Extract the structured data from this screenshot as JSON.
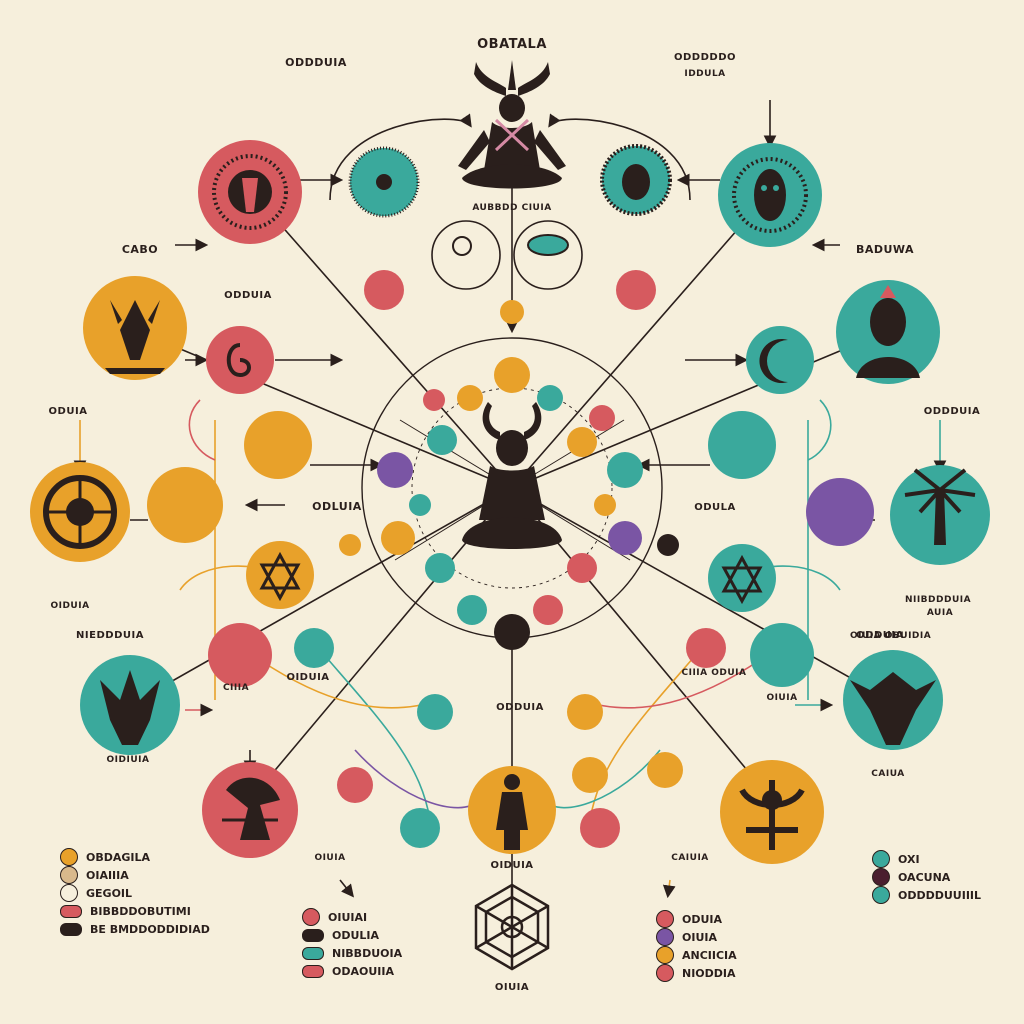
{
  "colors": {
    "red": "#d65a5f",
    "orange": "#e8a12a",
    "teal": "#3aa99c",
    "purple": "#7a55a4",
    "dark": "#2a1f1c",
    "cream": "#f6efdc",
    "tan": "#d9b98c",
    "pink": "#d58aa4"
  },
  "labels": [
    {
      "text": "OBATALA",
      "size": 13
    },
    {
      "text": "ODDDUIA",
      "size": 11
    },
    {
      "text": "ODDDDDO",
      "size": 10
    },
    {
      "text": "IDDULA",
      "size": 9
    },
    {
      "text": "CABO",
      "size": 11
    },
    {
      "text": "BADUWA",
      "size": 11
    },
    {
      "text": "ODUIA",
      "size": 10
    },
    {
      "text": "ODDDUIA",
      "size": 10
    },
    {
      "text": "NIEDDDUIA",
      "size": 10
    },
    {
      "text": "ODDUIA",
      "size": 10
    },
    {
      "text": "OIDUIA",
      "size": 10
    },
    {
      "text": "OIUIA",
      "size": 10
    },
    {
      "text": "ODDUIA",
      "size": 10
    },
    {
      "text": "ODLUIA",
      "size": 11
    },
    {
      "text": "ODULA",
      "size": 10
    },
    {
      "text": "ODDUIA",
      "size": 10
    },
    {
      "text": "OIDUIA",
      "size": 10
    },
    {
      "text": "OIUIA OBUIDIA",
      "size": 9
    },
    {
      "text": "AUBBDD CIUIA",
      "size": 9
    },
    {
      "text": "CIIIA",
      "size": 9
    },
    {
      "text": "OIUIA",
      "size": 9
    },
    {
      "text": "CIIIA ODUIA",
      "size": 9
    },
    {
      "text": "OIUIA",
      "size": 9
    },
    {
      "text": "CAIUA",
      "size": 9
    },
    {
      "text": "OIDIUIA",
      "size": 9
    },
    {
      "text": "OIDUIA",
      "size": 9
    },
    {
      "text": "AUIA",
      "size": 9
    },
    {
      "text": "CAIUIA",
      "size": 9
    },
    {
      "text": "NIIBDDDUIA",
      "size": 9
    }
  ],
  "legends": {
    "left": [
      {
        "text": "OBDAGILA",
        "swatch": "#e8a12a",
        "shape": "circle"
      },
      {
        "text": "OIAIIIA",
        "swatch": "#d9b98c",
        "shape": "circle"
      },
      {
        "text": "GEGOIL",
        "swatch": "#f6efdc",
        "shape": "circle"
      },
      {
        "text": "BIBBDDOBUTIMI",
        "swatch": "#d65a5f",
        "shape": "pill"
      },
      {
        "text": "BE BMDDODDIDIAD",
        "swatch": "#2a1f1c",
        "shape": "pill"
      }
    ],
    "center_left": [
      {
        "text": "OIUIAI",
        "swatch": "#d65a5f",
        "shape": "circle"
      },
      {
        "text": "ODULIA",
        "swatch": "#2a1f1c",
        "shape": "pill"
      },
      {
        "text": "NIBBDUOIA",
        "swatch": "#3aa99c",
        "shape": "pill"
      },
      {
        "text": "ODAOUIIA",
        "swatch": "#d65a5f",
        "shape": "pill"
      }
    ],
    "center_right": [
      {
        "text": "ODUIA",
        "swatch": "#d65a5f",
        "shape": "circle"
      },
      {
        "text": "OIUIA",
        "swatch": "#7a55a4",
        "shape": "circle"
      },
      {
        "text": "ANCIICIA",
        "swatch": "#e8a12a",
        "shape": "circle"
      },
      {
        "text": "NIODDIA",
        "swatch": "#d65a5f",
        "shape": "circle"
      }
    ],
    "right": [
      {
        "text": "OXI",
        "swatch": "#3aa99c",
        "shape": "circle"
      },
      {
        "text": "OACUNA",
        "swatch": "#4a1e2e",
        "shape": "circle"
      },
      {
        "text": "ODDDDUUIIIL",
        "swatch": "#3aa99c",
        "shape": "circle"
      }
    ]
  }
}
